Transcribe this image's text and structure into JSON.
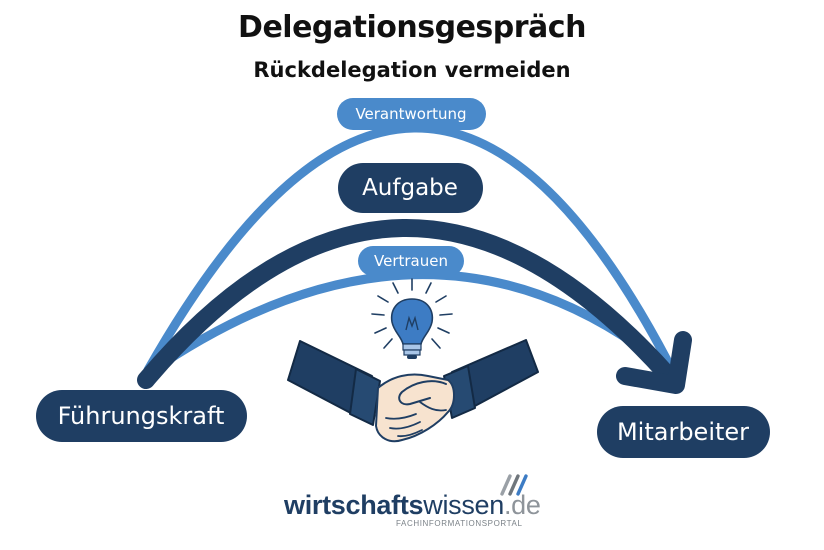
{
  "title": "Delegationsgespräch",
  "subtitle": "Rückdelegation vermeiden",
  "nodes": {
    "left": "Führungskraft",
    "right": "Mitarbeiter"
  },
  "arcs": {
    "top": "Verantwortung",
    "middle": "Aufgabe",
    "bottom": "Vertrauen"
  },
  "icons": [
    "lightbulb-icon",
    "handshake-icon"
  ],
  "logo": {
    "brand_bold": "wirtschafts",
    "brand_light": "wissen",
    "tld": ".de",
    "tagline": "FACHINFORMATIONSPORTAL"
  },
  "colors": {
    "dark_navy": "#1f3e63",
    "light_blue": "#4a8acb",
    "skin": "#f7e3cf",
    "bulb_blue": "#3d7cc4"
  }
}
